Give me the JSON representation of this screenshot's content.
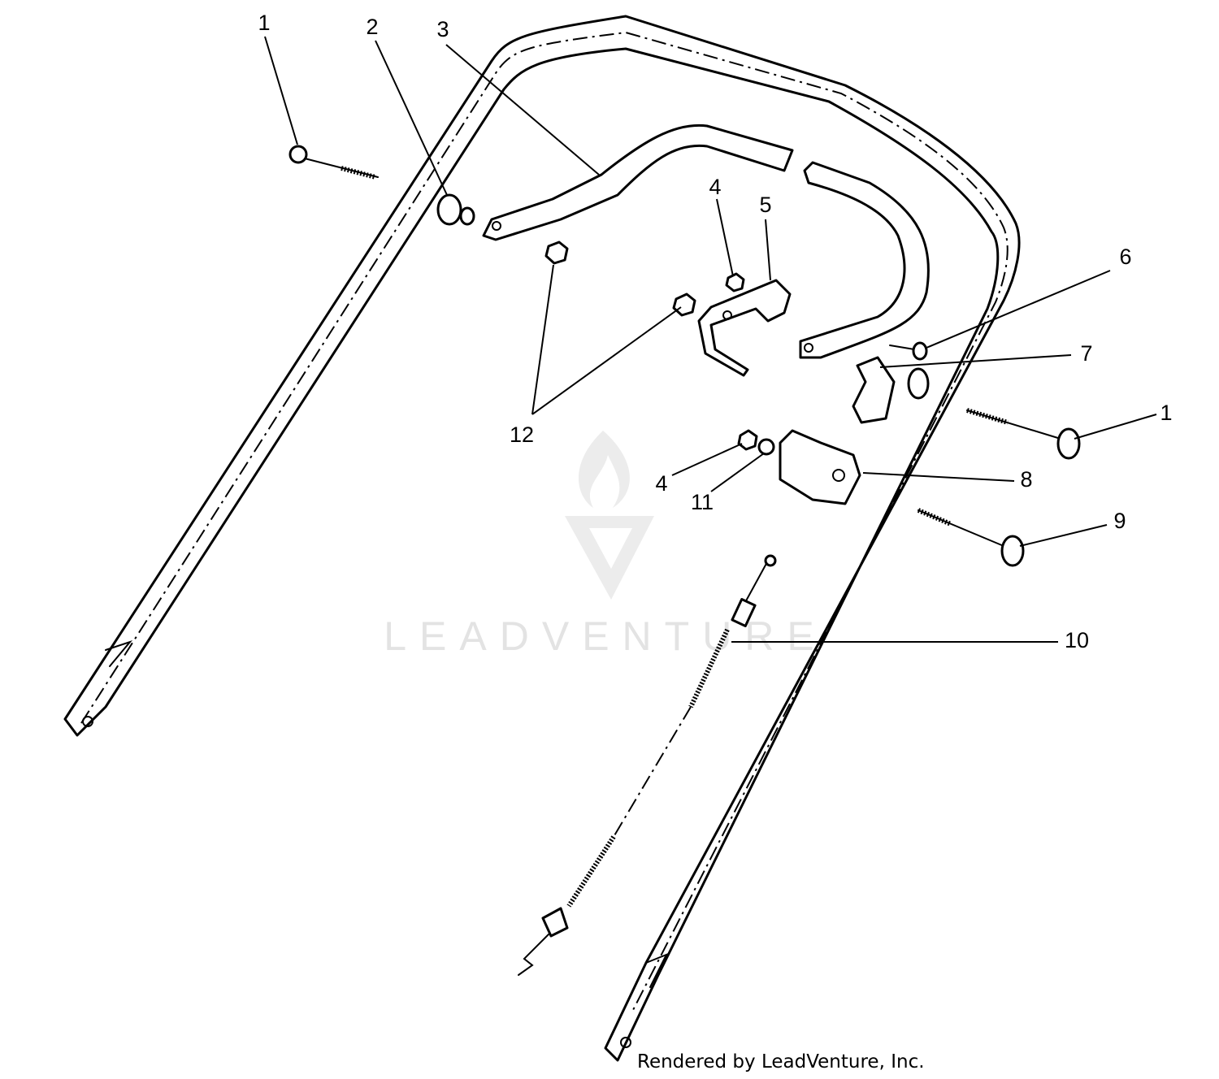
{
  "callouts": [
    {
      "id": "c1a",
      "label": "1"
    },
    {
      "id": "c2",
      "label": "2"
    },
    {
      "id": "c3",
      "label": "3"
    },
    {
      "id": "c4a",
      "label": "4"
    },
    {
      "id": "c5",
      "label": "5"
    },
    {
      "id": "c6",
      "label": "6"
    },
    {
      "id": "c7",
      "label": "7"
    },
    {
      "id": "c1b",
      "label": "1"
    },
    {
      "id": "c12",
      "label": "12"
    },
    {
      "id": "c8",
      "label": "8"
    },
    {
      "id": "c4b",
      "label": "4"
    },
    {
      "id": "c11",
      "label": "11"
    },
    {
      "id": "c9",
      "label": "9"
    },
    {
      "id": "c10",
      "label": "10"
    }
  ],
  "watermark": {
    "text": "LEADVENTURE"
  },
  "credit": {
    "text": "Rendered by LeadVenture, Inc."
  }
}
